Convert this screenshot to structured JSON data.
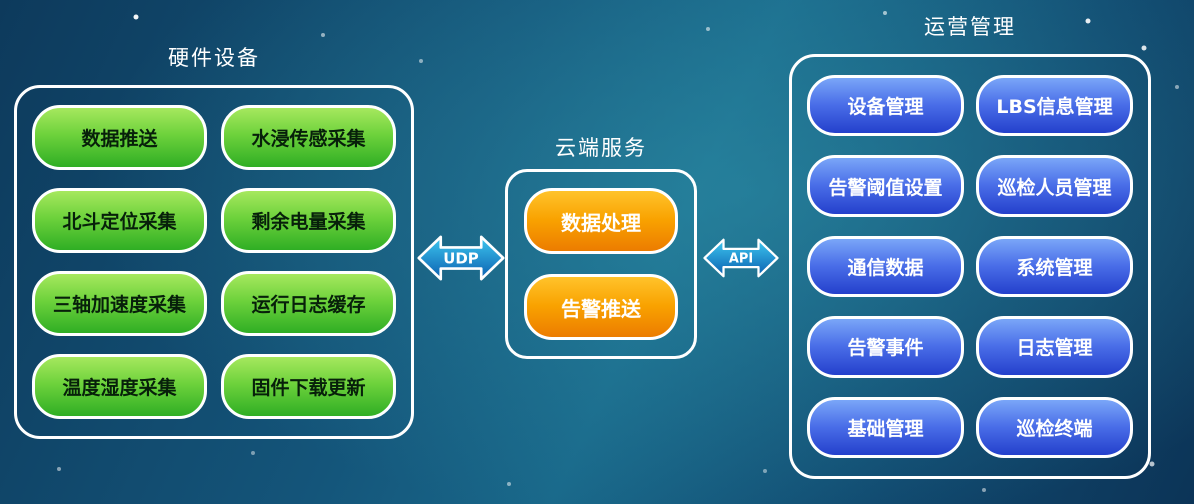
{
  "panels": {
    "hardware": {
      "title": "硬件设备",
      "items": [
        "数据推送",
        "水浸传感采集",
        "北斗定位采集",
        "剩余电量采集",
        "三轴加速度采集",
        "运行日志缓存",
        "温度湿度采集",
        "固件下载更新"
      ]
    },
    "cloud": {
      "title": "云端服务",
      "items": [
        "数据处理",
        "告警推送"
      ]
    },
    "operations": {
      "title": "运营管理",
      "items": [
        "设备管理",
        "LBS信息管理",
        "告警阈值设置",
        "巡检人员管理",
        "通信数据",
        "系统管理",
        "告警事件",
        "日志管理",
        "基础管理",
        "巡检终端"
      ]
    }
  },
  "connectors": [
    {
      "label": "UDP",
      "from": "硬件设备",
      "to": "云端服务"
    },
    {
      "label": "API",
      "from": "云端服务",
      "to": "运营管理"
    }
  ],
  "colors": {
    "hardware_node": "#3fbc2a",
    "cloud_node": "#f59300",
    "operations_node": "#2b50d8",
    "arrow_fill": "#1686d8",
    "panel_border": "#ffffff"
  }
}
